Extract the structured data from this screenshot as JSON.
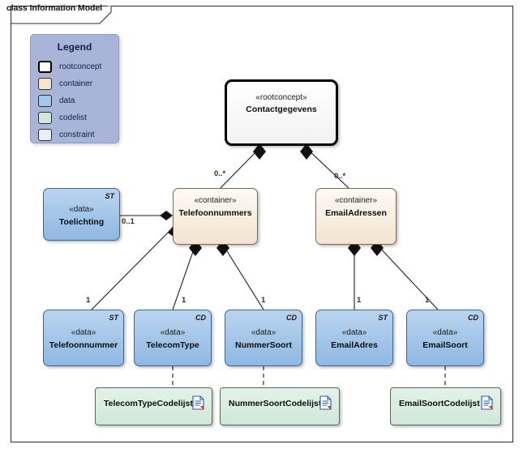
{
  "frame": {
    "tab_label": "class Information Model"
  },
  "legend": {
    "title": "Legend",
    "items": [
      {
        "label": "rootconcept",
        "color": "#ffffff",
        "kind": "root"
      },
      {
        "label": "container",
        "color": "#f8e3cd",
        "kind": "plain"
      },
      {
        "label": "data",
        "color": "#a4c8ec",
        "kind": "plain"
      },
      {
        "label": "codelist",
        "color": "#cfe8d8",
        "kind": "plain"
      },
      {
        "label": "constraint",
        "color": "#eceefa",
        "kind": "plain"
      }
    ]
  },
  "nodes": {
    "contactgegevens": {
      "stereotype": "«rootconcept»",
      "name": "Contactgegevens",
      "tag": ""
    },
    "telefoonnummers": {
      "stereotype": "«container»",
      "name": "Telefoonnummers",
      "tag": ""
    },
    "emailadressen": {
      "stereotype": "«container»",
      "name": "EmailAdressen",
      "tag": ""
    },
    "toelichting": {
      "stereotype": "«data»",
      "name": "Toelichting",
      "tag": "ST"
    },
    "telefoonnummer": {
      "stereotype": "«data»",
      "name": "Telefoonnummer",
      "tag": "ST"
    },
    "telecomtype": {
      "stereotype": "«data»",
      "name": "TelecomType",
      "tag": "CD"
    },
    "nummersoort": {
      "stereotype": "«data»",
      "name": "NummerSoort",
      "tag": "CD"
    },
    "emailadres": {
      "stereotype": "«data»",
      "name": "EmailAdres",
      "tag": "ST"
    },
    "emailsoort": {
      "stereotype": "«data»",
      "name": "EmailSoort",
      "tag": "CD"
    },
    "telecomtypecodelijst": {
      "name": "TelecomTypeCodelijst",
      "icon": "document-icon"
    },
    "nummersoortcodelijst": {
      "name": "NummerSoortCodelijst",
      "icon": "document-icon"
    },
    "emailsoortcodelijst": {
      "name": "EmailSoortCodelijst",
      "icon": "document-icon"
    }
  },
  "multiplicities": {
    "root_to_telefoonnummers": "0..*",
    "root_to_emailadressen": "0..*",
    "telefoonnummers_to_toelichting": "0..1",
    "telefoonnummers_to_telefoonnummer": "1",
    "telefoonnummers_to_telecomtype": "1",
    "telefoonnummers_to_nummersoort": "1",
    "emailadressen_to_emailadres": "1",
    "emailadressen_to_emailsoort": "1"
  }
}
